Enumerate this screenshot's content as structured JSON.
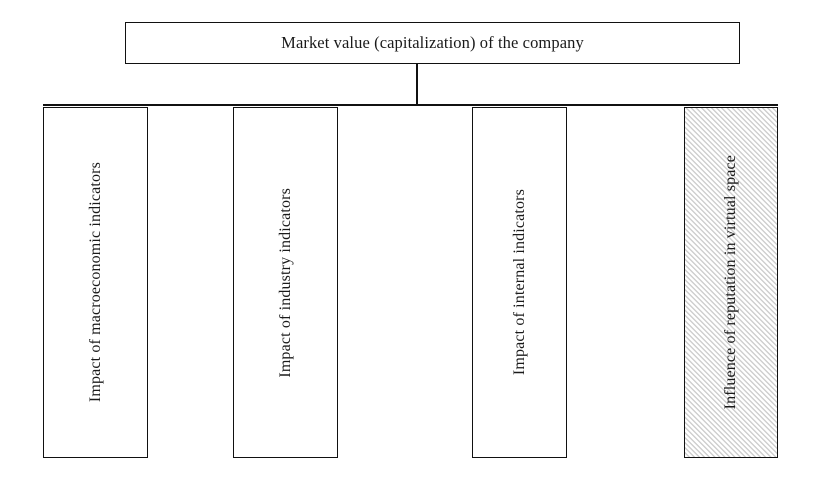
{
  "diagram": {
    "title": "Market value (capitalization) of the company",
    "root": {
      "label": "Market value (capitalization) of the company"
    },
    "columns": [
      {
        "id": "macroeconomic",
        "label": "Impact of macroeconomic indicators",
        "fill": "solid"
      },
      {
        "id": "industry",
        "label": "Impact of industry indicators",
        "fill": "solid"
      },
      {
        "id": "internal",
        "label": "Impact of internal indicators",
        "fill": "solid"
      },
      {
        "id": "virtual-reputation",
        "label": "Influence of reputation in virtual space",
        "fill": "diagonal-hatch"
      }
    ],
    "colors": {
      "stroke": "#111111",
      "background": "#ffffff",
      "hatch": "#cfcfcf",
      "text": "#1a1a1a"
    }
  }
}
